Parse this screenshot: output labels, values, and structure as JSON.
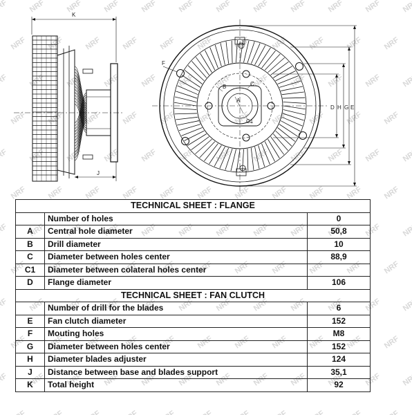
{
  "drawing": {
    "labels": {
      "side_k": "K",
      "side_j": "J",
      "front_f": "F",
      "front_a": "A",
      "front_b": "B",
      "front_c": "C",
      "front_c1_top": "C",
      "front_c1_bottom": "C1",
      "right_d": "D",
      "right_h": "H",
      "right_g": "G",
      "right_e": "E"
    }
  },
  "watermark": {
    "text": "NRF"
  },
  "table": {
    "sections": [
      {
        "title": "TECHNICAL SHEET : FLANGE",
        "rows": [
          {
            "code": "",
            "label": "Number of holes",
            "value": "0"
          },
          {
            "code": "A",
            "label": "Central hole diameter",
            "value": "50,8"
          },
          {
            "code": "B",
            "label": "Drill diameter",
            "value": "10"
          },
          {
            "code": "C",
            "label": "Diameter between holes center",
            "value": "88,9"
          },
          {
            "code": "C1",
            "label": "Diameter between colateral holes center",
            "value": ""
          },
          {
            "code": "D",
            "label": "Flange diameter",
            "value": "106"
          }
        ]
      },
      {
        "title": "TECHNICAL SHEET : FAN CLUTCH",
        "rows": [
          {
            "code": "",
            "label": "Number of drill for the blades",
            "value": "6"
          },
          {
            "code": "E",
            "label": "Fan clutch diameter",
            "value": "152"
          },
          {
            "code": "F",
            "label": "Mouting holes",
            "value": "M8"
          },
          {
            "code": "G",
            "label": "Diameter between holes center",
            "value": "152"
          },
          {
            "code": "H",
            "label": "Diameter blades adjuster",
            "value": "124"
          },
          {
            "code": "J",
            "label": "Distance between base and blades support",
            "value": "35,1"
          },
          {
            "code": "K",
            "label": "Total height",
            "value": "92"
          }
        ]
      }
    ]
  }
}
